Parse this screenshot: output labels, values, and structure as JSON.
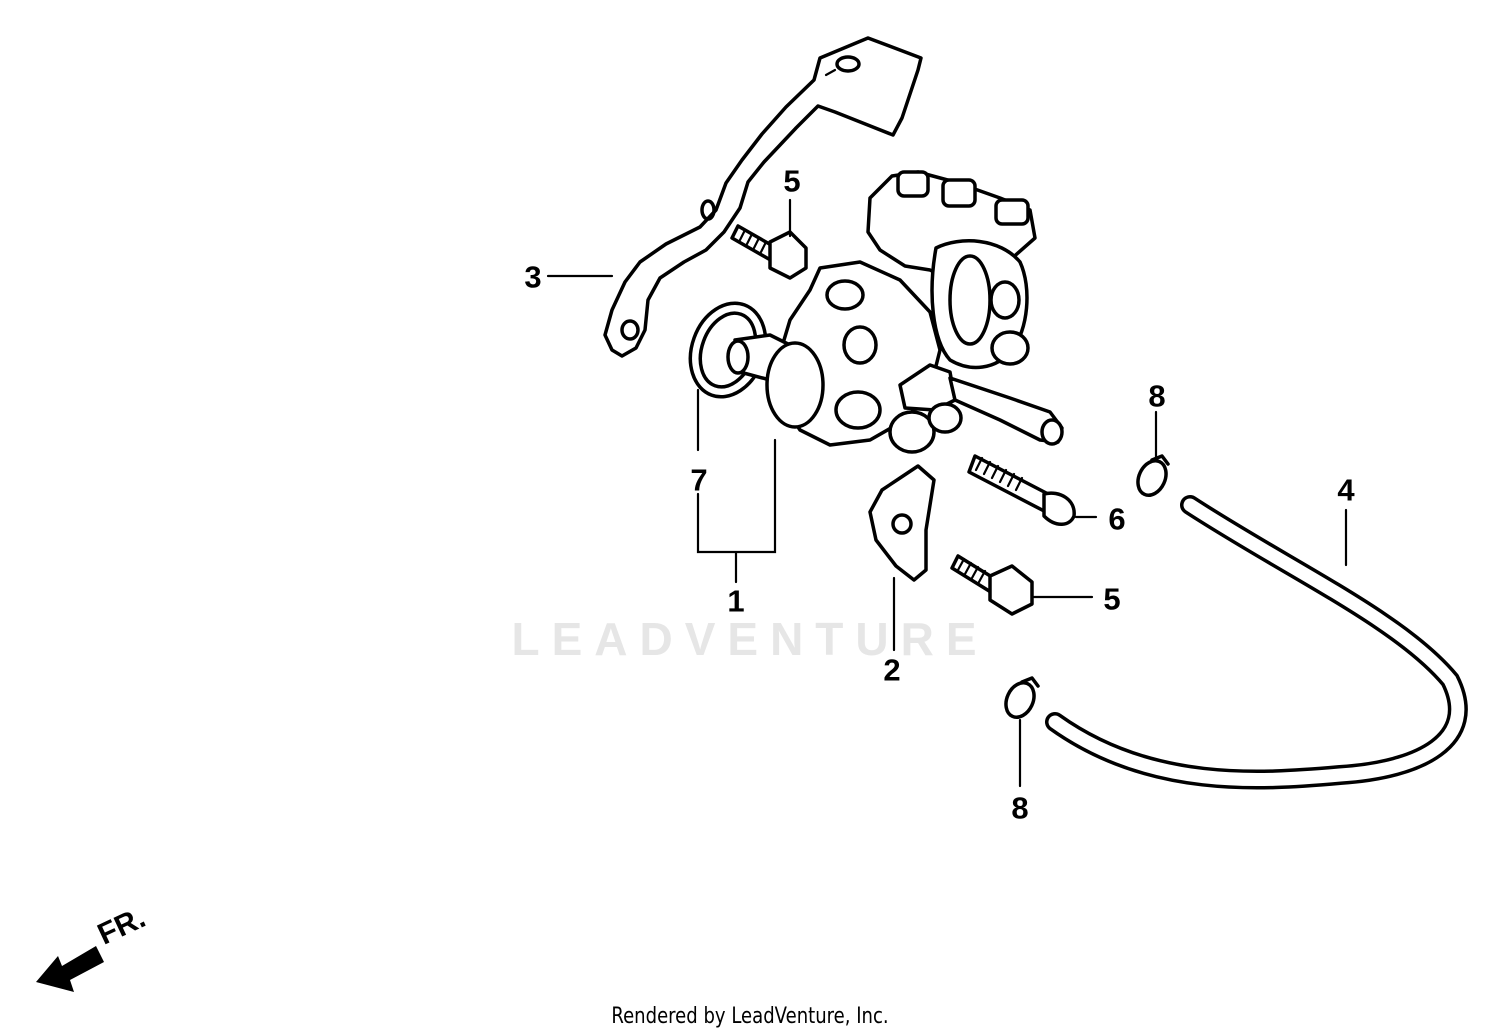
{
  "callouts": {
    "c1": "1",
    "c2": "2",
    "c3": "3",
    "c4": "4",
    "c5a": "5",
    "c5b": "5",
    "c6": "6",
    "c7": "7",
    "c8a": "8",
    "c8b": "8"
  },
  "direction": {
    "label": "FR.",
    "icon": "front-direction-arrow-icon"
  },
  "watermark": "LEADVENTURE",
  "footer": "Rendered by LeadVenture, Inc.",
  "colors": {
    "line": "#000000",
    "background": "#ffffff",
    "watermark": "#e6e6e6"
  }
}
